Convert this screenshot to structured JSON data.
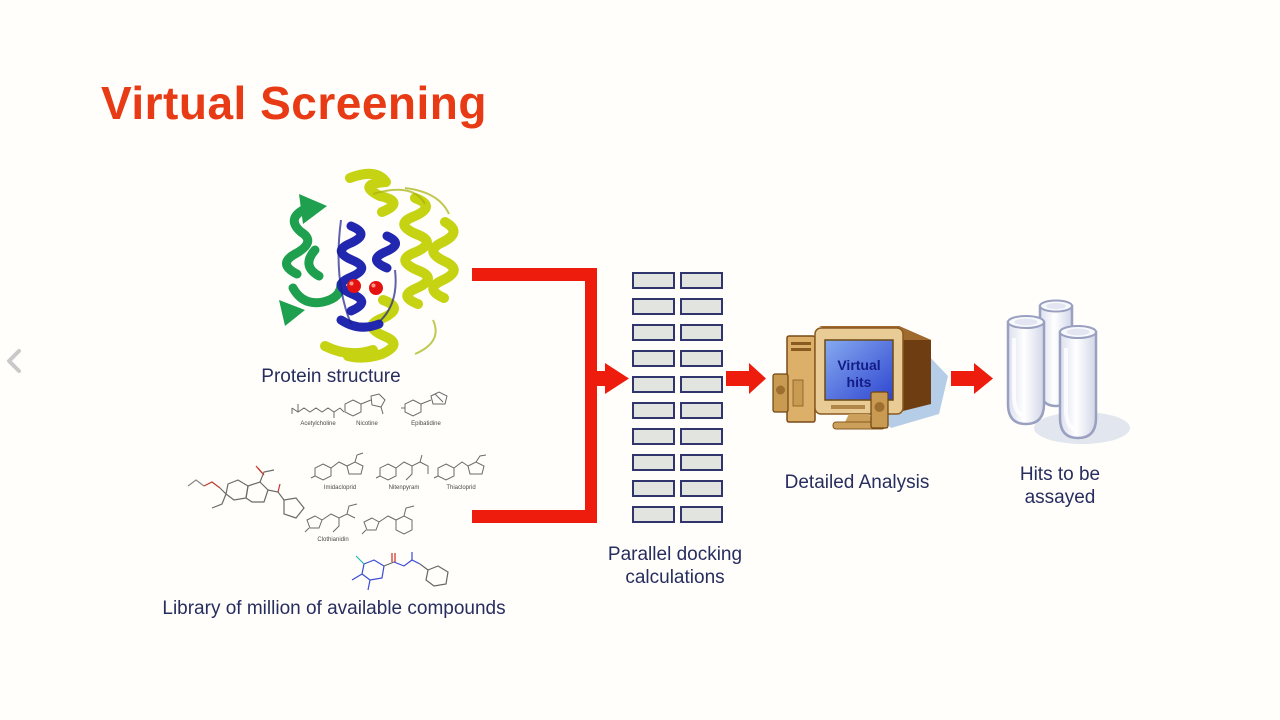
{
  "title": {
    "text": "Virtual Screening"
  },
  "nav": {
    "prev": "‹"
  },
  "protein": {
    "label": "Protein structure"
  },
  "library": {
    "label": "Library of million of available compounds",
    "compounds": [
      "Acetylcholine",
      "Nicotine",
      "Epibatidine",
      "Imidacloprid",
      "Nitenpyram",
      "Thiacloprid",
      "Clothianidin"
    ]
  },
  "docking": {
    "label_line1": "Parallel docking",
    "label_line2": "calculations",
    "grid": {
      "rows": 10,
      "cols": 2
    }
  },
  "analysis": {
    "screen_line1": "Virtual",
    "screen_line2": "hits",
    "label": "Detailed Analysis"
  },
  "hits": {
    "line1": "Hits to be",
    "line2": "assayed"
  },
  "colors": {
    "bg": "#fffefb",
    "title_red": "#e73a15",
    "accent_red": "#ee1c0d",
    "text_navy": "#272e5f",
    "grid_fill": "#e2e5df",
    "grid_border": "#31356d",
    "ribbon_yellow": "#c6d313",
    "ribbon_green": "#1ea04e",
    "ribbon_blue": "#2127ae",
    "screen_blue": "#2f45d0"
  }
}
